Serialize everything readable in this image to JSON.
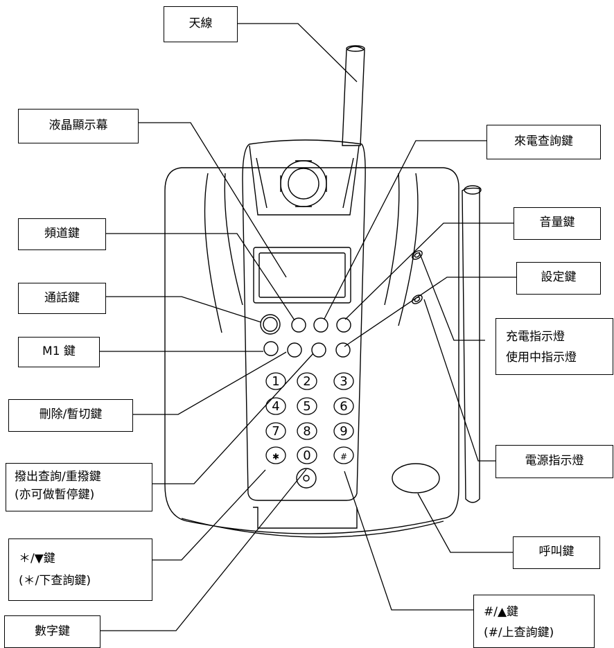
{
  "labels": {
    "antenna": "天線",
    "lcd": "液晶顯示幕",
    "channel": "頻道鍵",
    "talk": "通話鍵",
    "m1": "M1 鍵",
    "delete": "刪除/暫切鍵",
    "redial_1": "撥出查詢/重撥鍵",
    "redial_2": "(亦可做暫停鍵)",
    "star_1": "＊/▼鍵",
    "star_2": "(＊/下查詢鍵)",
    "numeric": "數字鍵",
    "caller_id": "來電查詢鍵",
    "volume": "音量鍵",
    "settings": "設定鍵",
    "charge_1": "充電指示燈",
    "charge_2": "使用中指示燈",
    "power": "電源指示燈",
    "page": "呼叫鍵",
    "hash_1": "#/▲鍵",
    "hash_2": "(#/上查詢鍵)"
  },
  "keypad": {
    "digits": [
      "1",
      "2",
      "3",
      "4",
      "5",
      "6",
      "7",
      "8",
      "9",
      "✱",
      "0",
      "#"
    ]
  }
}
